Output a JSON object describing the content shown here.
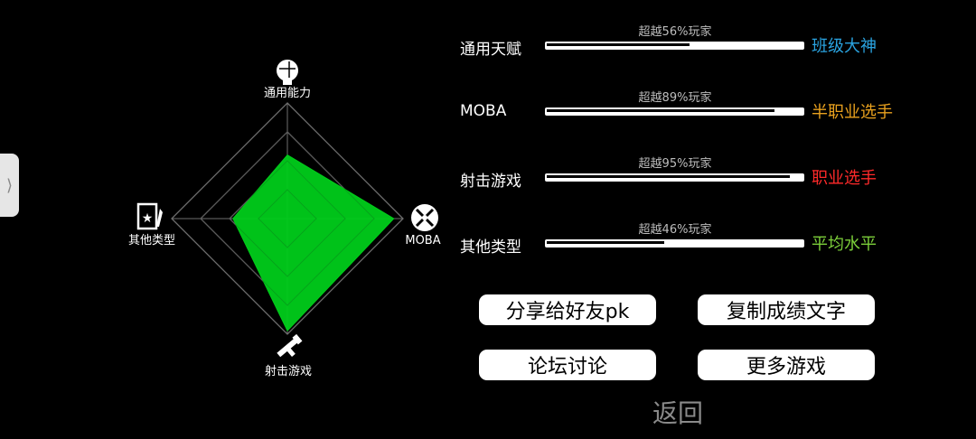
{
  "side_handle": {
    "glyph": "⟩"
  },
  "radar": {
    "axes": [
      {
        "label": "通用能力",
        "icon": "head-icon",
        "value": 0.55
      },
      {
        "label": "MOBA",
        "icon": "crossed-swords-icon",
        "value": 0.92
      },
      {
        "label": "射击游戏",
        "icon": "rifle-icon",
        "value": 0.97
      },
      {
        "label": "其他类型",
        "icon": "card-star-icon",
        "value": 0.47
      }
    ],
    "fill_color": "#00cc1a",
    "grid_color": "#6e6e6e"
  },
  "stats": [
    {
      "name": "通用天赋",
      "percent_text": "超越56%玩家",
      "fill": 0.56,
      "rank": "班级大神",
      "rank_color": "#2aa3e0"
    },
    {
      "name": "MOBA",
      "percent_text": "超越89%玩家",
      "fill": 0.89,
      "rank": "半职业选手",
      "rank_color": "#e9a11e"
    },
    {
      "name": "射击游戏",
      "percent_text": "超越95%玩家",
      "fill": 0.95,
      "rank": "职业选手",
      "rank_color": "#ff2a2a"
    },
    {
      "name": "其他类型",
      "percent_text": "超越46%玩家",
      "fill": 0.46,
      "rank": "平均水平",
      "rank_color": "#7ccf3a"
    }
  ],
  "buttons": {
    "share": "分享给好友pk",
    "copy": "复制成绩文字",
    "forum": "论坛讨论",
    "more_games": "更多游戏",
    "back": "返回"
  }
}
